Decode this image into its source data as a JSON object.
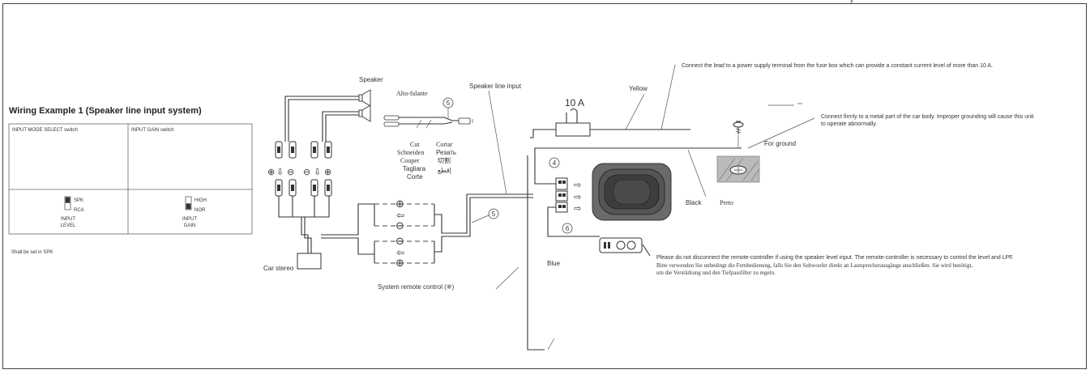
{
  "page_marker": "y",
  "wiring_example": {
    "title": "Wiring Example 1 (Speaker line input system)",
    "table": {
      "col1_header": "INPUT MODE SELECT switch",
      "col2_header": "INPUT GAIN switch",
      "spk_label": "SPK",
      "rca_label": "RCA",
      "input_level_line1": "INPUT",
      "input_level_line2": "LEVEL",
      "high_label": "HIGH",
      "nor_label": "NOR",
      "input_gain_line1": "INPUT",
      "input_gain_line2": "GAIN"
    },
    "footnote": "Shall be set in SPK"
  },
  "diagram": {
    "speaker": "Speaker",
    "alto_falante": "Alto-falante",
    "cut_languages": {
      "col1": [
        "Cut",
        "Schneiden",
        "Couper",
        "Tagliara",
        "Corte"
      ],
      "col2": [
        "Cortar",
        "Резать",
        "切割",
        "إقطع"
      ]
    },
    "speaker_line_input": "Speaker line input",
    "fuse_label": "10 A",
    "yellow": "Yellow",
    "power_note": "Connect the lead to a power supply terminal from the fuse box which can provide a constant current level of more than 10 A.",
    "ground_note": "Connect firmly to a metal part of the car body. Improper grounding will cause this unit to operate abnormally.",
    "for_ground": "For ground",
    "black": "Black",
    "preto": "Preto",
    "blue": "Blue",
    "car_stereo": "Car stereo",
    "system_remote": "System remote control (※)",
    "circle_4": "4",
    "circle_5": "5",
    "circle_6": "6",
    "remote_note_en": "Please do not disconnect the remote-controller if using the speaker level input. The remote-controller is necessary to control the level and LPF.",
    "remote_note_de_1": "Bitte verwenden Sie unbedingt die Fernbedienung, falls Sie den Subwoofer direkt an Lautsprecherausgänge anschließen. Sie wird benötigt,",
    "remote_note_de_2": "um die Verstärkung und den Tiefpassfilter zu regeln."
  }
}
